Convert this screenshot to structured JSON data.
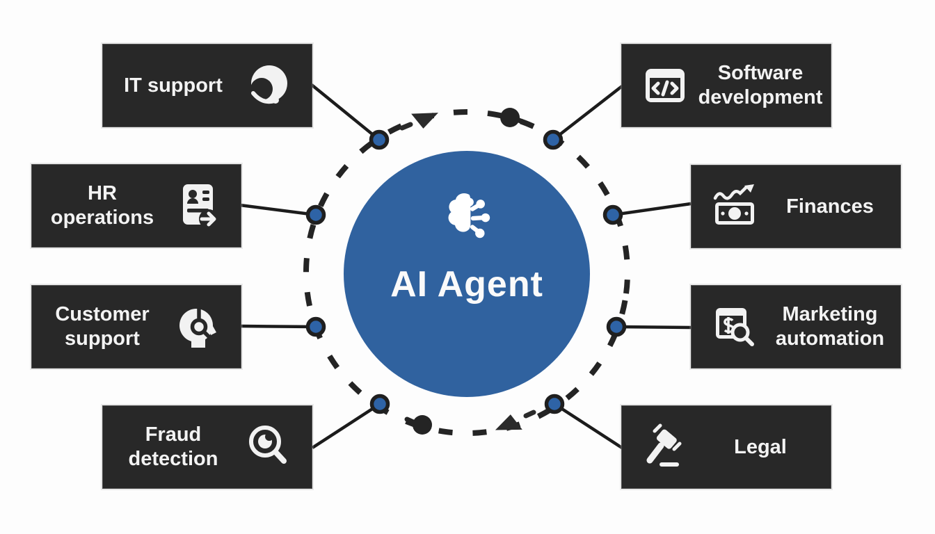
{
  "center": {
    "label": "AI Agent",
    "icon": "ai-brain-icon",
    "circle_color": "#30629f",
    "text_color": "#fafafa"
  },
  "orbit": {
    "style": "dashed-circle-clockwise",
    "dash_color": "#242424",
    "node_color": "#2e63a6",
    "node_ring_color": "#1f1f1f",
    "connector_color": "#1c1c1c",
    "node_count": 8,
    "arrow_count": 2,
    "dot_count": 2
  },
  "cards": {
    "background": "#282828",
    "text_color": "#f3f3f3",
    "icon_color": "#f2f2f2"
  },
  "items": [
    {
      "id": "it-support",
      "label": "IT support",
      "icon": "headset-agent-icon",
      "side": "left"
    },
    {
      "id": "hr-operations",
      "label": "HR\noperations",
      "icon": "id-card-arrow-icon",
      "side": "left"
    },
    {
      "id": "customer-support",
      "label": "Customer\nsupport",
      "icon": "head-magnifier-icon",
      "side": "left"
    },
    {
      "id": "fraud-detection",
      "label": "Fraud\ndetection",
      "icon": "magnifier-eye-icon",
      "side": "left"
    },
    {
      "id": "software-development",
      "label": "Software\ndevelopment",
      "icon": "code-window-icon",
      "side": "right"
    },
    {
      "id": "finances",
      "label": "Finances",
      "icon": "banknote-chart-icon",
      "side": "right"
    },
    {
      "id": "marketing-automation",
      "label": "Marketing\nautomation",
      "icon": "dollar-search-window-icon",
      "side": "right"
    },
    {
      "id": "legal",
      "label": "Legal",
      "icon": "gavel-icon",
      "side": "right"
    }
  ]
}
